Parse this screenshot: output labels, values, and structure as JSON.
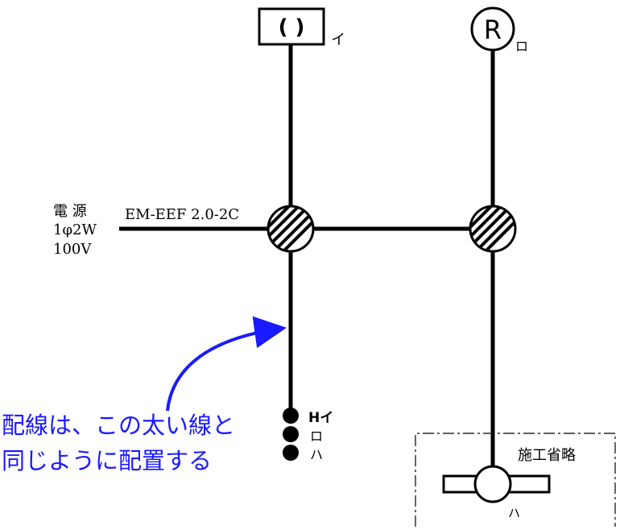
{
  "power_source": {
    "label": "電 源",
    "phase": "1φ2W",
    "voltage": "100V"
  },
  "cable_label": "EM-EEF 2.0-2C",
  "lamp_i": {
    "symbol": "( )",
    "label": "イ"
  },
  "lamp_ro": {
    "symbol": "R",
    "label": "ロ"
  },
  "switch_group": {
    "labels": [
      "Hイ",
      "ロ",
      "ハ"
    ]
  },
  "omitted_area": {
    "label": "施工省略",
    "fixture_label": "ハ"
  },
  "annotation": {
    "line1": "配線は、この太い線と",
    "line2": "同じように配置する",
    "color": "#1a1aff"
  }
}
